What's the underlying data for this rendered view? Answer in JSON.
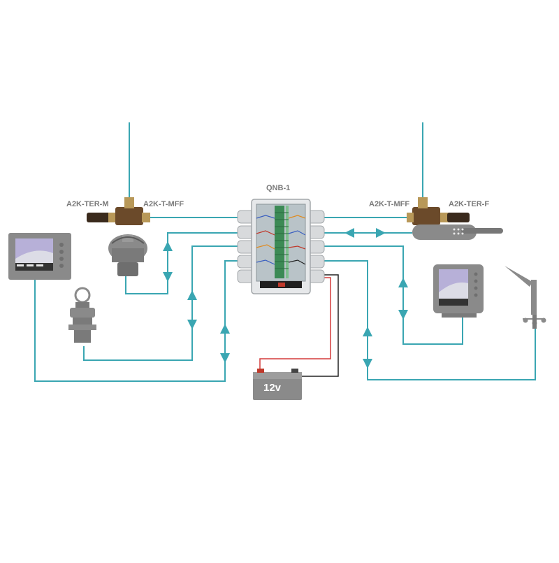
{
  "colors": {
    "cable": "#3aa6b2",
    "power_positive": "#d33a3a",
    "power_negative": "#222222",
    "device": "#8a8a8a",
    "device_dark": "#6e6e6e",
    "connector_body": "#6b4a2a",
    "label": "#7a7a7a"
  },
  "labels": {
    "hub": "QNB-1",
    "left_terminator": "A2K-TER-M",
    "left_tee": "A2K-T-MFF",
    "right_tee": "A2K-T-MFF",
    "right_terminator": "A2K-TER-F",
    "battery": "12v"
  },
  "icons": {
    "left_display": "chartplotter-display-icon",
    "autopilot": "autopilot-drive-icon",
    "transducer": "through-hull-transducer-icon",
    "gps_antenna": "gps-antenna-icon",
    "right_display": "instrument-display-icon",
    "wind_sensor": "wind-vane-icon",
    "battery": "battery-icon",
    "hub": "junction-box-icon"
  }
}
